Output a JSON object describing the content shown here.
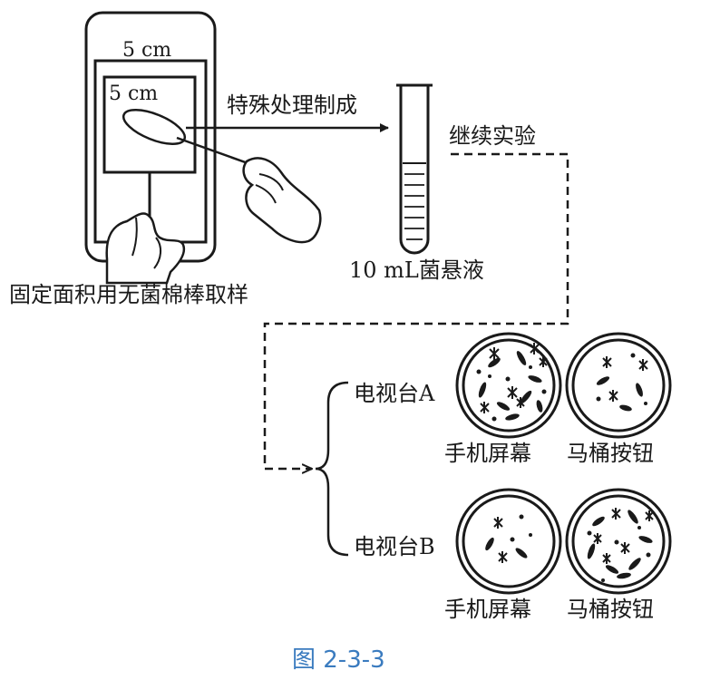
{
  "phone": {
    "outer_label": "5 cm",
    "inner_label": "5 cm"
  },
  "process_label": "特殊处理制成",
  "tube_label": "10 mL菌悬液",
  "swab_caption": "固定面积用无菌棉棒取样",
  "continue_label": "继续实验",
  "groups": [
    {
      "label": "电视台A",
      "dish_labels": [
        "手机屏幕",
        "马桶按钮"
      ]
    },
    {
      "label": "电视台B",
      "dish_labels": [
        "手机屏幕",
        "马桶按钮"
      ]
    }
  ],
  "figure_caption": "图 2-3-3"
}
